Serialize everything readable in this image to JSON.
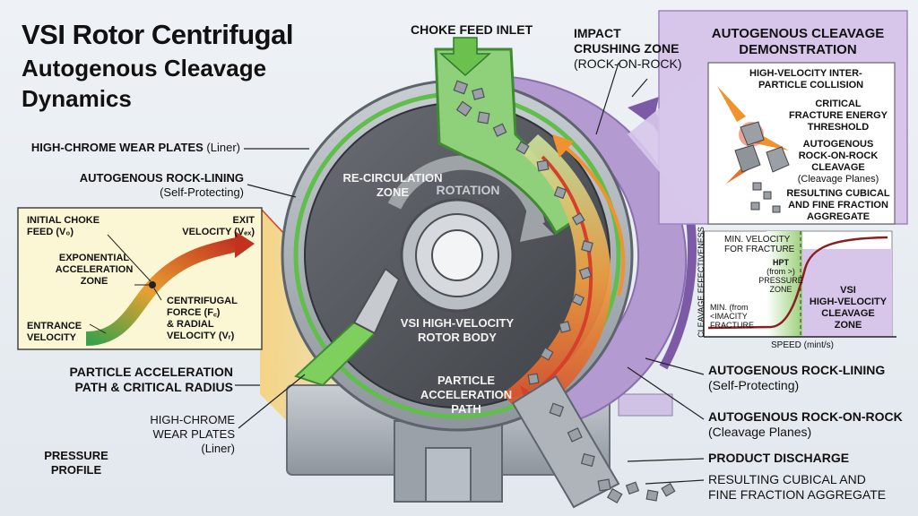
{
  "title": {
    "line1": "VSI Rotor Centrifugal",
    "line2": "Autogenous Cleavage",
    "line3": "Dynamics"
  },
  "labels": {
    "wear_plates_top": {
      "main": "HIGH-CHROME WEAR PLATES",
      "note": "(Liner)"
    },
    "rock_lining_left": {
      "main": "AUTOGENOUS ROCK-LINING",
      "note": "(Self-Protecting)"
    },
    "choke_feed_inlet": "CHOKE FEED INLET",
    "impact_zone": {
      "line1": "IMPACT",
      "line2": "CRUSHING ZONE",
      "line3": "(ROCK-ON-ROCK)"
    },
    "recirculation": {
      "line1": "RE-CIRCULATION",
      "line2": "ZONE"
    },
    "rotation": "ROTATION",
    "rotor_body": {
      "line1": "VSI HIGH-VELOCITY",
      "line2": "ROTOR BODY"
    },
    "accel_path": {
      "line1": "PARTICLE",
      "line2": "ACCELERATION",
      "line3": "PATH"
    },
    "particle_accel_title": {
      "line1": "PARTICLE ACCELERATION",
      "line2": "PATH & CRITICAL RADIUS"
    },
    "wear_plates_bottom": {
      "line1": "HIGH-CHROME",
      "line2": "WEAR PLATES",
      "line3": "(Liner)"
    },
    "pressure_profile": {
      "line1": "PRESSURE",
      "line2": "PROFILE"
    },
    "rock_lining_right": {
      "main": "AUTOGENOUS ROCK-LINING",
      "note": "(Self-Protecting)"
    },
    "rock_on_rock": {
      "main": "AUTOGENOUS ROCK-ON-ROCK",
      "note": "(Cleavage Planes)"
    },
    "product_discharge": "PRODUCT DISCHARGE",
    "resulting": {
      "line1": "RESULTING CUBICAL AND",
      "line2": "FINE FRACTION AGGREGATE"
    }
  },
  "accel_box": {
    "initial": {
      "line1": "INITIAL CHOKE",
      "line2": "FEED (V₀)"
    },
    "exit": {
      "line1": "EXIT",
      "line2": "VELOCITY (Vₑₓ)"
    },
    "exponential": {
      "line1": "EXPONENTIAL",
      "line2": "ACCELERATION",
      "line3": "ZONE"
    },
    "centrifugal": {
      "line1": "CENTRIFUGAL",
      "line2": "FORCE (F꜀)",
      "line3": "& RADIAL",
      "line4": "VELOCITY (Vᵣ)"
    },
    "entrance": {
      "line1": "ENTRANCE",
      "line2": "VELOCITY"
    }
  },
  "demo": {
    "header": {
      "line1": "AUTOGENOUS CLEAVAGE",
      "line2": "DEMONSTRATION"
    },
    "collision": {
      "line1": "HIGH-VELOCITY INTER-",
      "line2": "PARTICLE COLLISION"
    },
    "critical": {
      "line1": "CRITICAL",
      "line2": "FRACTURE ENERGY",
      "line3": "THRESHOLD"
    },
    "cleavage": {
      "line1": "AUTOGENOUS",
      "line2": "ROCK-ON-ROCK",
      "line3": "CLEAVAGE",
      "line4": "(Cleavage Planes)"
    },
    "result": {
      "line1": "RESULTING CUBICAL",
      "line2": "AND FINE FRACTION",
      "line3": "AGGREGATE"
    }
  },
  "graph": {
    "ylabel": "CLEAVAGE EFFECTIVENESS",
    "xlabel": "SPEED (mint/s)",
    "min_velocity": {
      "line1": "MIN. VELOCITY",
      "line2": "FOR FRACTURE"
    },
    "hpt": {
      "line1": "HPT",
      "line2": "(from >)",
      "line3": "PRESSURE",
      "line4": "ZONE"
    },
    "min_from": {
      "line1": "MIN. (from",
      "line2": "<IMACITY",
      "line3": "FRACTURE"
    },
    "vsi_zone": {
      "line1": "VSI",
      "line2": "HIGH-VELOCITY",
      "line3": "CLEAVAGE",
      "line4": "ZONE"
    }
  },
  "colors": {
    "liner_green": "#5fbf4a",
    "rotor_dark": "#4d5056",
    "purple": "#b39ad0",
    "accent_red": "#d6402b",
    "accent_orange": "#f0922e",
    "box_fill": "#fbf6d4"
  }
}
